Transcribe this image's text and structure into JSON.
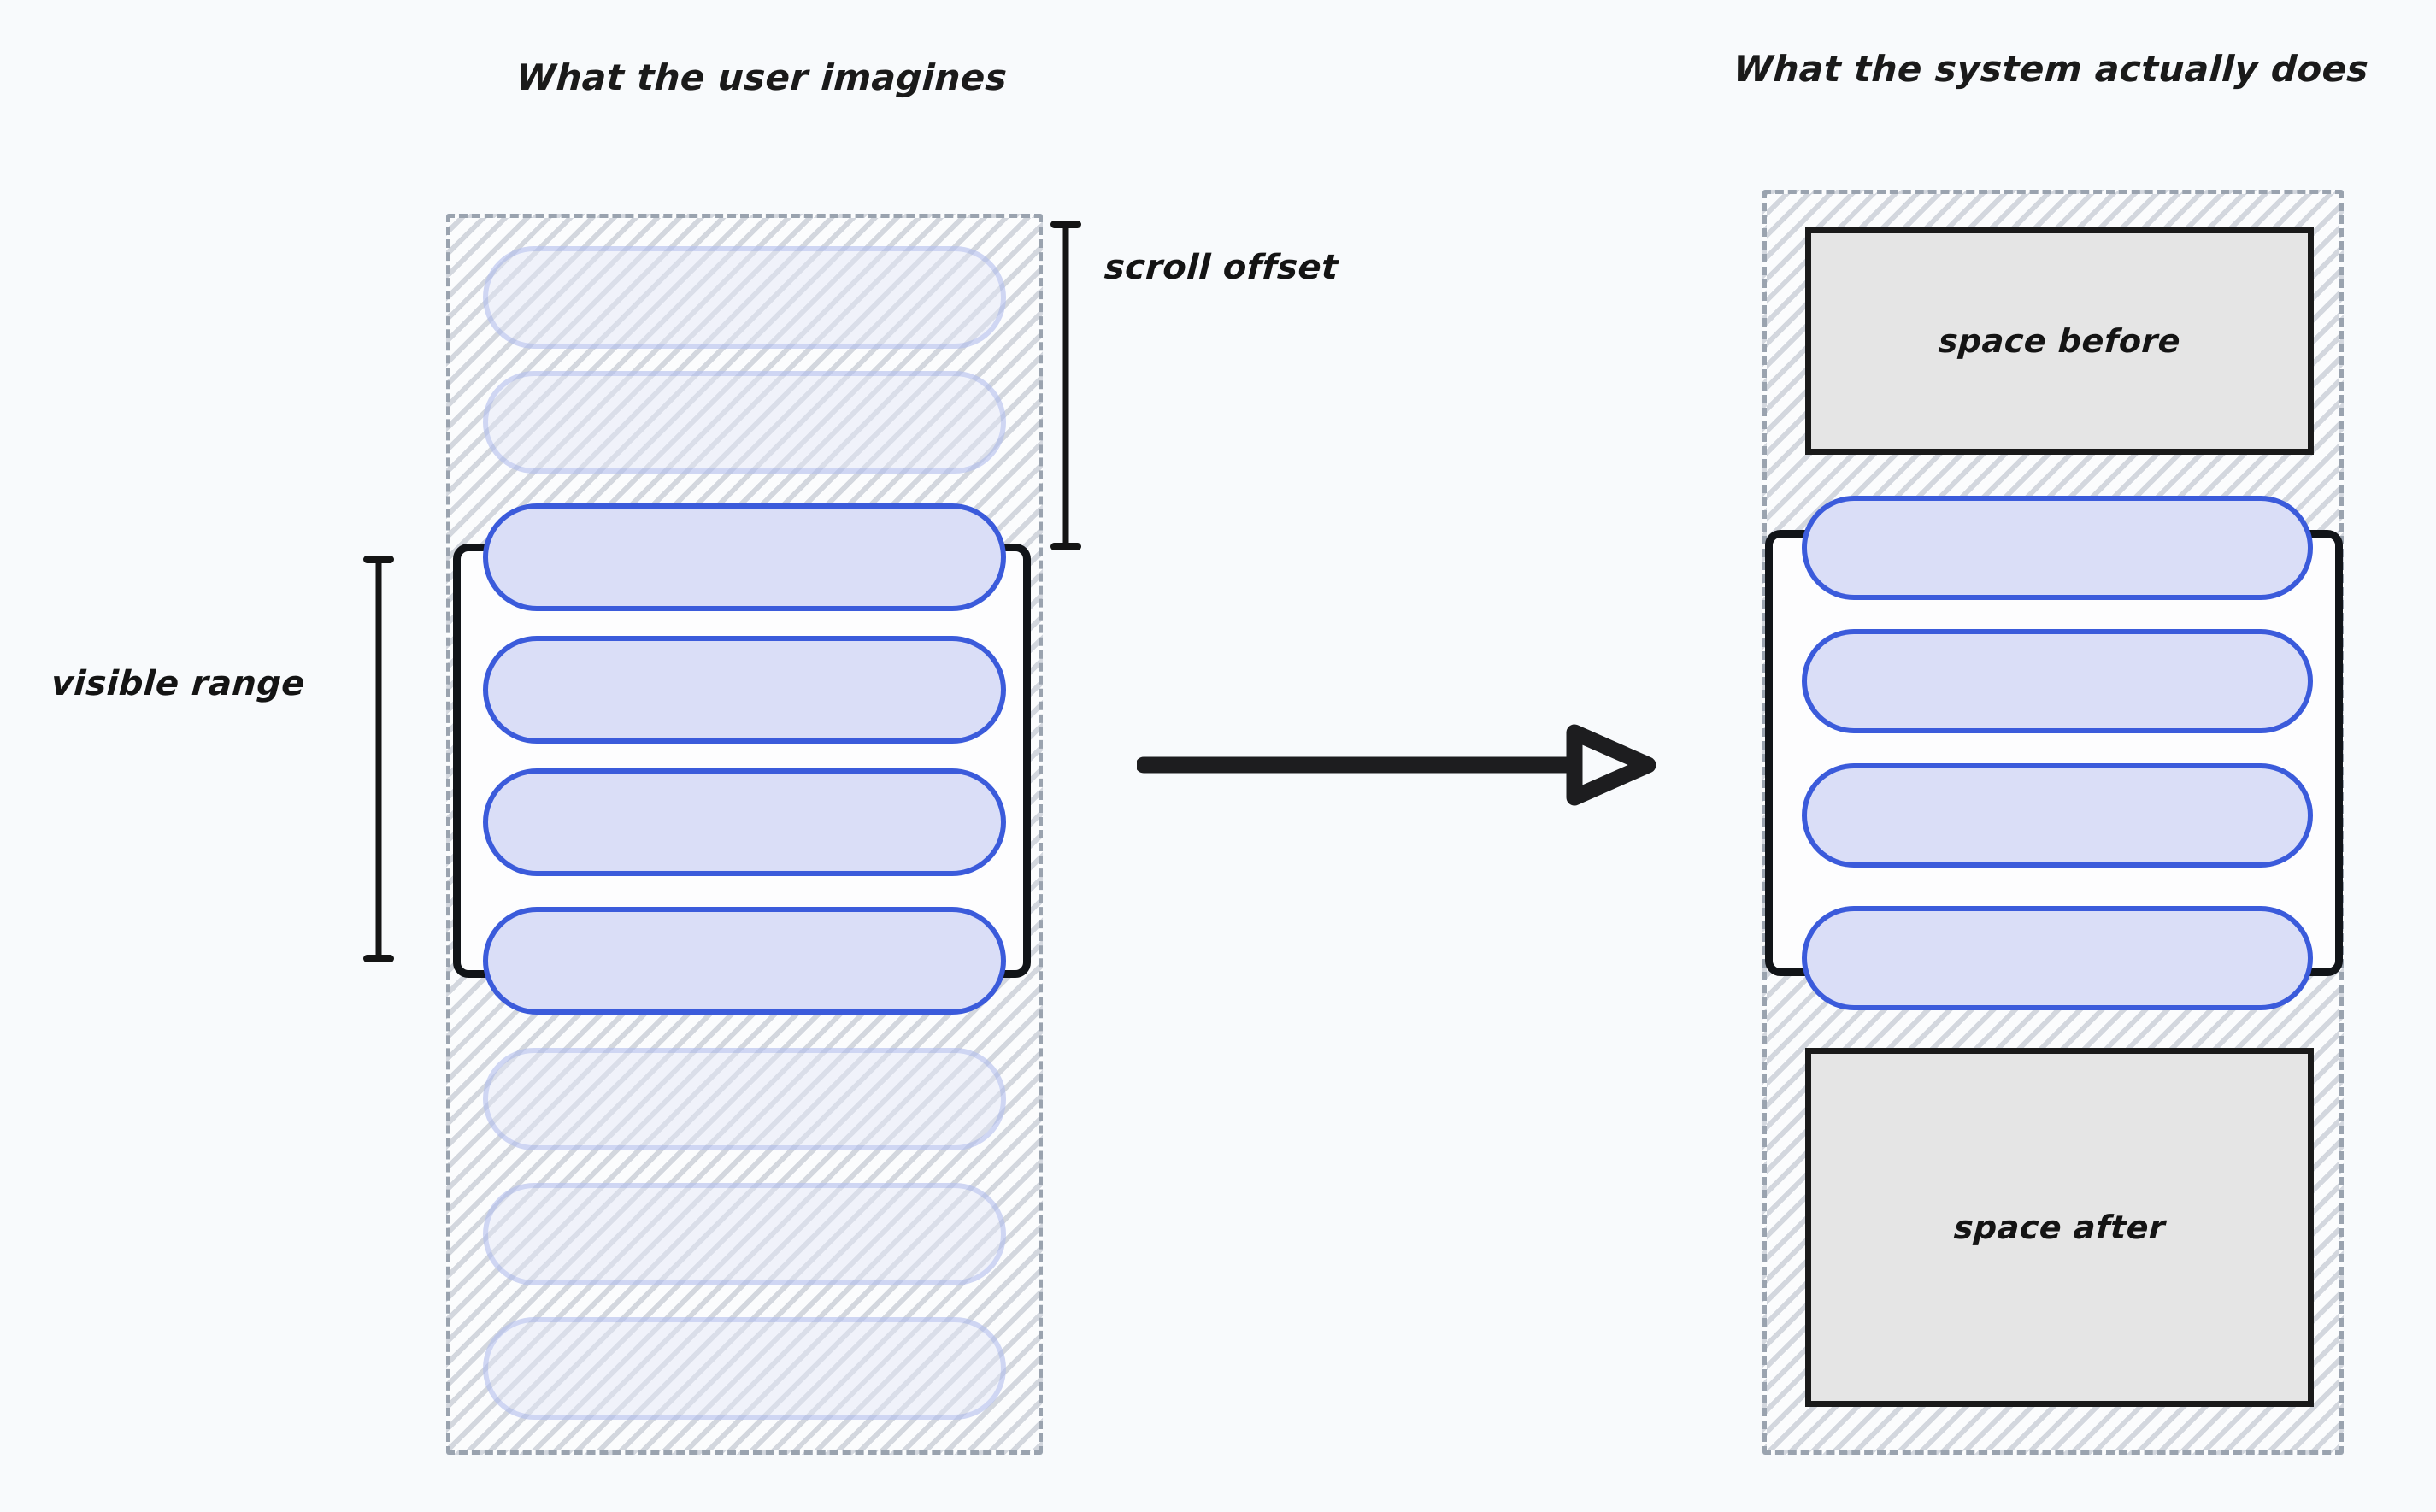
{
  "headings": {
    "left": "What the user imagines",
    "right": "What the system actually does"
  },
  "annotations": {
    "scroll_offset": "scroll offset",
    "visible_range": "visible range"
  },
  "spacers": {
    "before": "space before",
    "after": "space after"
  },
  "colors": {
    "background": "#f8fafc",
    "pill_active_fill": "#dadef7",
    "pill_active_border": "#3b5bdb",
    "pill_faded_fill": "#e2e7f7",
    "pill_faded_border": "#8296e6",
    "container_dash": "#9aa3af",
    "viewport_frame": "#111418",
    "spacer_fill": "#e5e5e5",
    "spacer_border": "#1a1a1a",
    "ink": "#141414"
  },
  "left_panel": {
    "name": "virtual-list-imagined",
    "total_items": 9,
    "visible_start_index": 2,
    "visible_end_index": 5,
    "items": [
      {
        "index": 0,
        "state": "faded"
      },
      {
        "index": 1,
        "state": "faded"
      },
      {
        "index": 2,
        "state": "active"
      },
      {
        "index": 3,
        "state": "active"
      },
      {
        "index": 4,
        "state": "active"
      },
      {
        "index": 5,
        "state": "active"
      },
      {
        "index": 6,
        "state": "faded"
      },
      {
        "index": 7,
        "state": "faded"
      },
      {
        "index": 8,
        "state": "faded"
      }
    ]
  },
  "right_panel": {
    "name": "virtual-list-actual",
    "rendered_items": 4,
    "items": [
      {
        "index": 0,
        "state": "active"
      },
      {
        "index": 1,
        "state": "active"
      },
      {
        "index": 2,
        "state": "active"
      },
      {
        "index": 3,
        "state": "active"
      }
    ]
  },
  "arrow": {
    "name": "transition-arrow",
    "direction": "right",
    "head_style": "hollow-triangle"
  }
}
